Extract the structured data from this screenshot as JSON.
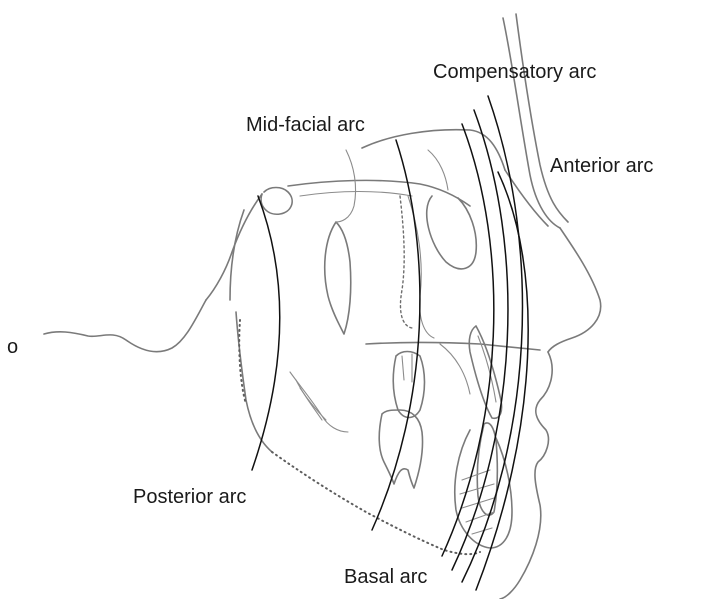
{
  "labels": {
    "compensatory_arc": "Compensatory arc",
    "mid_facial_arc": "Mid-facial arc",
    "anterior_arc": "Anterior arc",
    "posterior_arc": "Posterior arc",
    "basal_arc": "Basal arc",
    "origin": "o"
  }
}
